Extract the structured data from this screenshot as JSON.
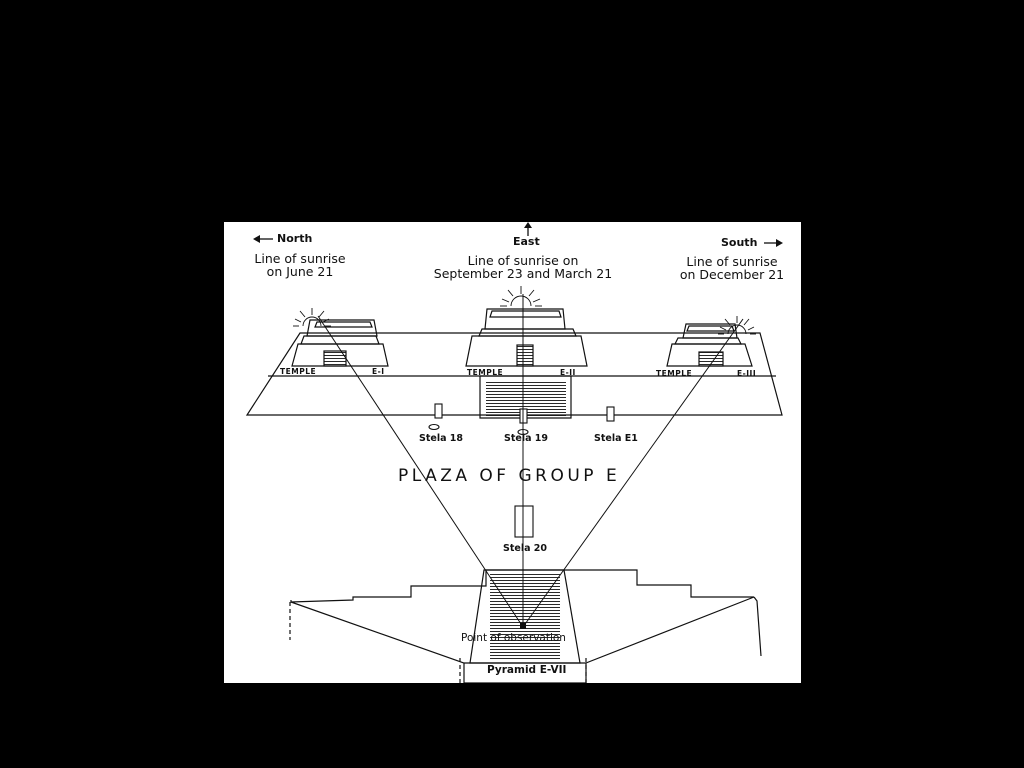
{
  "directions": {
    "north": "North",
    "east": "East",
    "south": "South"
  },
  "captions": {
    "june": {
      "line1": "Line of sunrise",
      "line2": "on June 21"
    },
    "equinox": {
      "line1": "Line of sunrise on",
      "line2": "September 23 and March 21"
    },
    "december": {
      "line1": "Line of sunrise",
      "line2": "on December 21"
    }
  },
  "temples": [
    {
      "word": "TEMPLE",
      "code": "E-I"
    },
    {
      "word": "TEMPLE",
      "code": "E-II"
    },
    {
      "word": "TEMPLE",
      "code": "E-III"
    }
  ],
  "stelae": {
    "stela18": "Stela 18",
    "stela19": "Stela 19",
    "stelaE1": "Stela E1",
    "stela20": "Stela 20"
  },
  "plaza": "PLAZA OF GROUP E",
  "observation": "Point of observation",
  "pyramid": "Pyramid E-VII",
  "colors": {
    "background": "#000000",
    "paper": "#ffffff",
    "ink": "#111111"
  }
}
